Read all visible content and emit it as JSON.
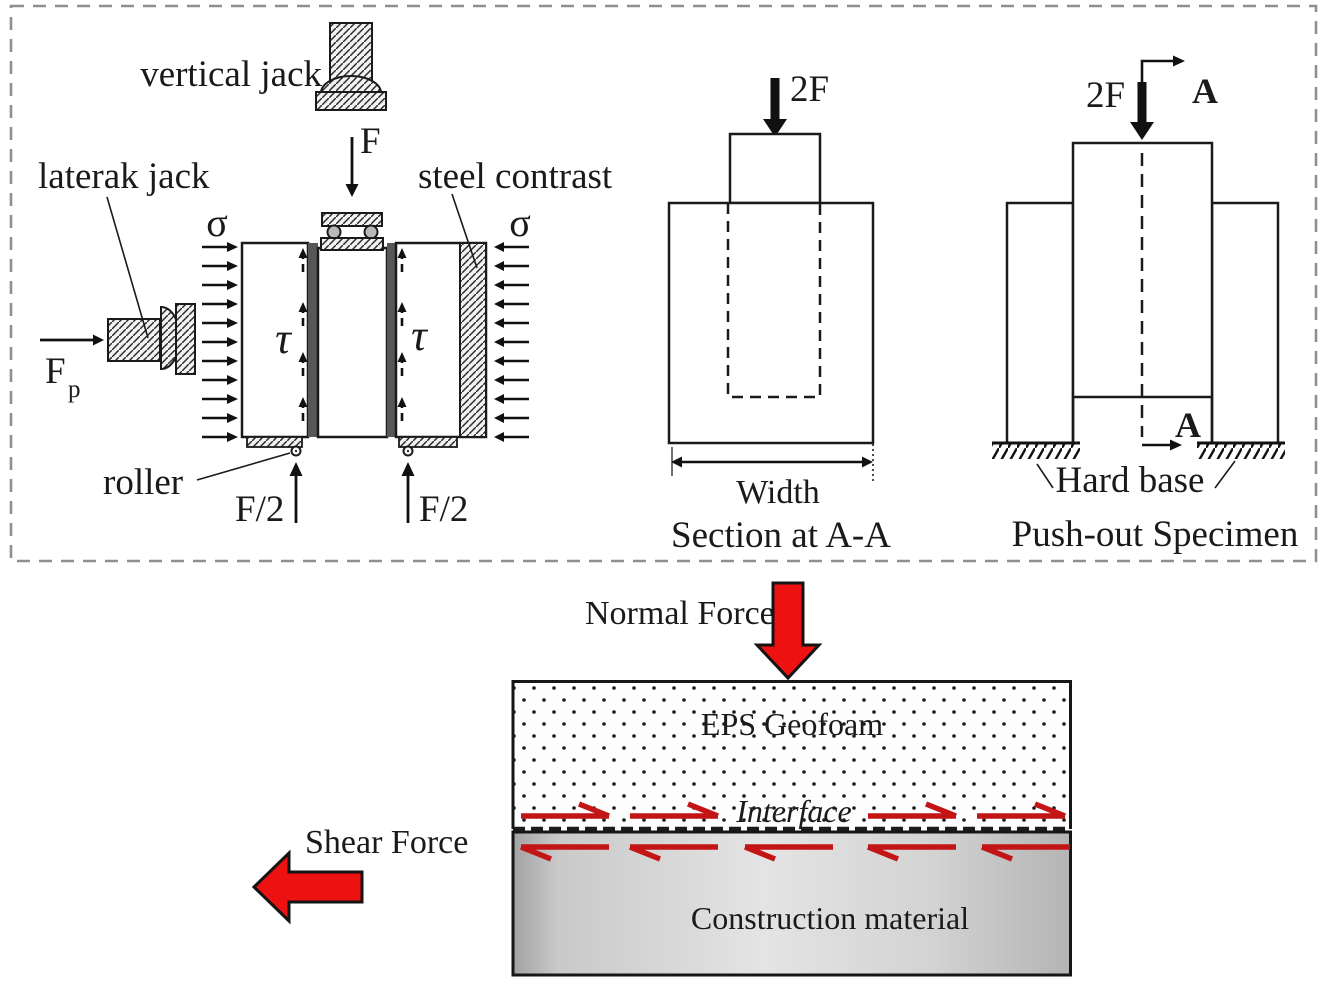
{
  "figure": {
    "apparatus": {
      "vertical_jack": "vertical jack",
      "lateral_jack": "laterak jack",
      "steel_contrast": "steel contrast",
      "roller": "roller",
      "force": "F",
      "lateral_force": "F",
      "lateral_force_sub": "p",
      "half_force_left": "F/2",
      "half_force_right": "F/2",
      "sigma_left": "σ",
      "sigma_right": "σ",
      "tau_left": "τ",
      "tau_right": "τ"
    },
    "section_view": {
      "force": "2F",
      "width": "Width",
      "caption": "Section at A-A"
    },
    "push_out": {
      "force": "2F",
      "marker_top": "A",
      "marker_bottom": "A",
      "hard_base": "Hard base",
      "caption": "Push-out Specimen"
    },
    "mechanism": {
      "normal_force": "Normal Force",
      "shear_force": "Shear Force",
      "eps": "EPS Geofoam",
      "interface": "Interface",
      "construction": "Construction material"
    },
    "colors": {
      "force_arrow": "#ee1111",
      "slip_arrow": "#c31515",
      "interface_strip": "#575757"
    }
  }
}
